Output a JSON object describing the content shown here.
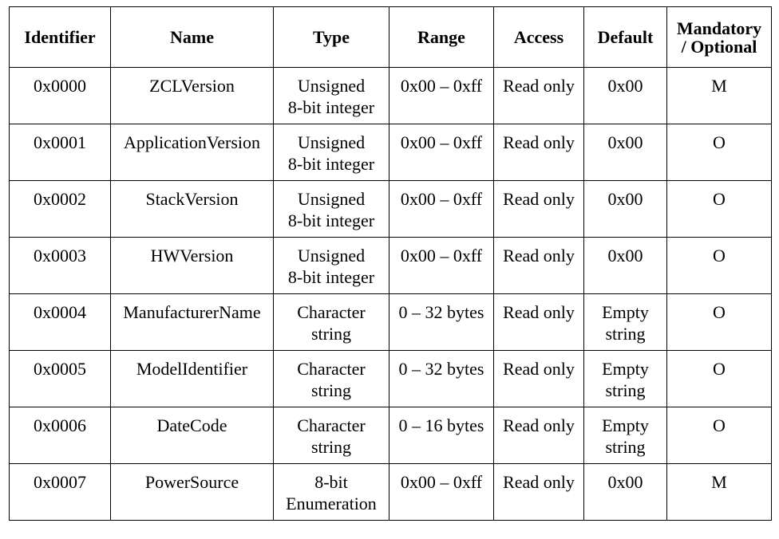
{
  "table": {
    "headers": [
      "Identifier",
      "Name",
      "Type",
      "Range",
      "Access",
      "Default",
      "Mandatory / Optional"
    ],
    "header_lines": {
      "mandatory_optional": [
        "Mandatory",
        "/ Optional"
      ]
    },
    "rows": [
      {
        "identifier": "0x0000",
        "name": "ZCLVersion",
        "type": [
          "Unsigned",
          "8-bit integer"
        ],
        "range": "0x00 – 0xff",
        "access": "Read only",
        "default": [
          "0x00"
        ],
        "mandatory_optional": "M"
      },
      {
        "identifier": "0x0001",
        "name": "ApplicationVersion",
        "type": [
          "Unsigned",
          "8-bit integer"
        ],
        "range": "0x00 – 0xff",
        "access": "Read only",
        "default": [
          "0x00"
        ],
        "mandatory_optional": "O"
      },
      {
        "identifier": "0x0002",
        "name": "StackVersion",
        "type": [
          "Unsigned",
          "8-bit integer"
        ],
        "range": "0x00 – 0xff",
        "access": "Read only",
        "default": [
          "0x00"
        ],
        "mandatory_optional": "O"
      },
      {
        "identifier": "0x0003",
        "name": "HWVersion",
        "type": [
          "Unsigned",
          "8-bit integer"
        ],
        "range": "0x00 – 0xff",
        "access": "Read only",
        "default": [
          "0x00"
        ],
        "mandatory_optional": "O"
      },
      {
        "identifier": "0x0004",
        "name": "ManufacturerName",
        "type": [
          "Character",
          "string"
        ],
        "range": "0 – 32 bytes",
        "access": "Read only",
        "default": [
          "Empty",
          "string"
        ],
        "mandatory_optional": "O"
      },
      {
        "identifier": "0x0005",
        "name": "ModelIdentifier",
        "type": [
          "Character",
          "string"
        ],
        "range": "0 – 32 bytes",
        "access": "Read only",
        "default": [
          "Empty",
          "string"
        ],
        "mandatory_optional": "O"
      },
      {
        "identifier": "0x0006",
        "name": "DateCode",
        "type": [
          "Character",
          "string"
        ],
        "range": "0 – 16 bytes",
        "access": "Read only",
        "default": [
          "Empty",
          "string"
        ],
        "mandatory_optional": "O"
      },
      {
        "identifier": "0x0007",
        "name": "PowerSource",
        "type": [
          "8-bit",
          "Enumeration"
        ],
        "range": "0x00 – 0xff",
        "access": "Read only",
        "default": [
          "0x00"
        ],
        "mandatory_optional": "M"
      }
    ]
  }
}
